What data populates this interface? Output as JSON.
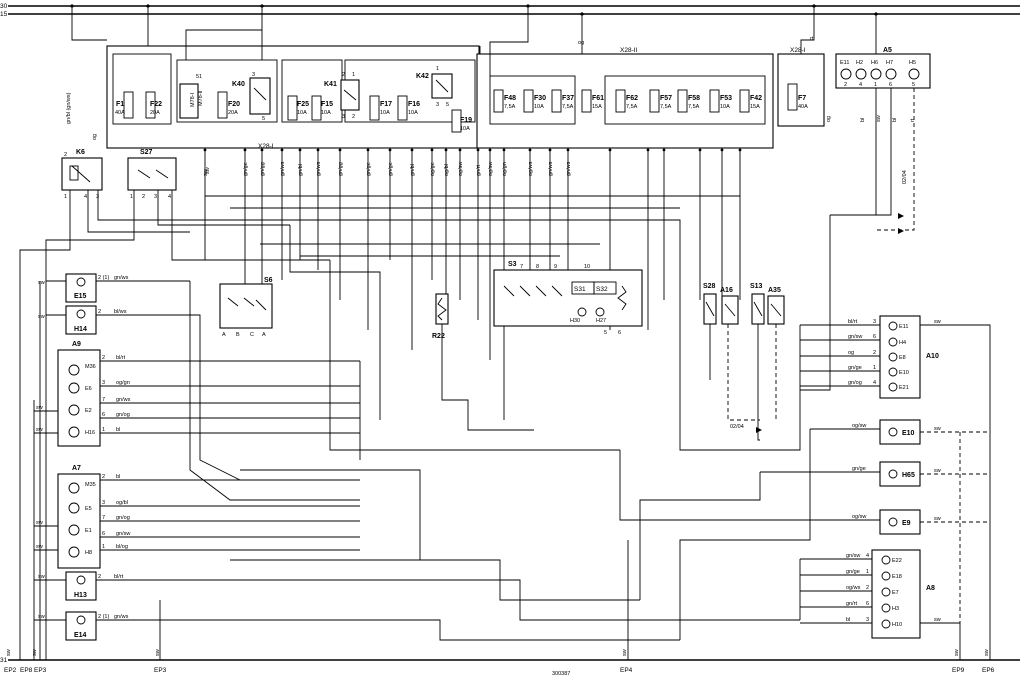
{
  "rails": {
    "top1": "30",
    "top2": "15",
    "bottom": "31"
  },
  "ground_points": [
    "EP2",
    "EP8",
    "EP3",
    "EP3",
    "EP4",
    "EP9",
    "EP6"
  ],
  "fuse_box_left": {
    "box_label": "X28-I",
    "fuses": [
      {
        "name": "F1",
        "rating": "40A"
      },
      {
        "name": "F22",
        "rating": "20A"
      },
      {
        "name": "F20",
        "rating": "20A"
      },
      {
        "name": "F25",
        "rating": "10A"
      },
      {
        "name": "F15",
        "rating": "10A"
      },
      {
        "name": "F17",
        "rating": "10A"
      },
      {
        "name": "F16",
        "rating": "10A"
      },
      {
        "name": "F19",
        "rating": "10A"
      }
    ],
    "relays": [
      "K40",
      "K41",
      "K42",
      "M78-I",
      "M78-II"
    ],
    "relay_pins": [
      "51",
      "3",
      "5",
      "2",
      "1",
      "3",
      "2",
      "1",
      "3",
      "5"
    ]
  },
  "fuse_box_right": {
    "box_label": "X28-II",
    "fuses": [
      {
        "name": "F48",
        "rating": "7,5A"
      },
      {
        "name": "F30",
        "rating": "10A"
      },
      {
        "name": "F37",
        "rating": "7,5A"
      },
      {
        "name": "F61",
        "rating": "15A"
      },
      {
        "name": "F62",
        "rating": "7,5A"
      },
      {
        "name": "F57",
        "rating": "7,5A"
      },
      {
        "name": "F58",
        "rating": "7,5A"
      },
      {
        "name": "F53",
        "rating": "10A"
      },
      {
        "name": "F42",
        "rating": "15A"
      }
    ]
  },
  "fuse_single": {
    "box_label": "X28-I",
    "fuse": {
      "name": "F7",
      "rating": "40A"
    }
  },
  "module_a5": {
    "name": "A5",
    "items": [
      "E11",
      "H2",
      "H6",
      "H7",
      "H5"
    ],
    "pins": [
      "2",
      "4",
      "1",
      "6",
      "5"
    ]
  },
  "top_wire_colors": [
    "sw",
    "gn/bl (gn/ws)",
    "og",
    "og",
    "rt",
    "og",
    "bl",
    "sw",
    "bl",
    "rt",
    "sw"
  ],
  "bus_wire_colors": [
    "sw",
    "gn/ge",
    "gn/gg",
    "gn/ws",
    "gn/bl",
    "gn/ws",
    "gn/gg",
    "gn/ge",
    "gn/ge",
    "gn/bl",
    "og/ge",
    "og/bl",
    "og/sw",
    "gn/rt",
    "og/sw",
    "og/gn",
    "og/ws",
    "gn/ws",
    "gn/ws"
  ],
  "relay_k6": {
    "name": "K6",
    "pins": [
      "2",
      "1",
      "4",
      "3"
    ]
  },
  "switch_s27": {
    "name": "S27",
    "pins": [
      "1",
      "2",
      "3",
      "4"
    ]
  },
  "switch_s6": {
    "name": "S6",
    "pins": [
      "A",
      "B",
      "C",
      "A"
    ]
  },
  "switch_s3": {
    "name": "S3",
    "subs": [
      "S31",
      "S32"
    ],
    "lamps": [
      "H30",
      "H27"
    ],
    "pins": [
      "7",
      "8",
      "9",
      "10",
      "5",
      "6"
    ]
  },
  "resistor_r22": {
    "name": "R22"
  },
  "switches_right": [
    {
      "name": "S28"
    },
    {
      "name": "A16"
    },
    {
      "name": "S13"
    },
    {
      "name": "A35"
    }
  ],
  "left_devices": [
    {
      "name": "E15",
      "wire_in": "sw",
      "wire_out": "gn/ws",
      "pin": "2 (1)"
    },
    {
      "name": "H14",
      "wire_in": "sw",
      "wire_out": "bl/ws",
      "pin": "2"
    }
  ],
  "module_a9": {
    "name": "A9",
    "items": [
      "M36",
      "E6",
      "E2",
      "H16"
    ],
    "wires": [
      "bl/rt",
      "og/gn",
      "gn/ws",
      "gn/og",
      "bl"
    ],
    "pins": [
      "2",
      "3",
      "7",
      "6",
      "1"
    ],
    "ground_wires": [
      "sw",
      "sw"
    ]
  },
  "module_a7": {
    "name": "A7",
    "items": [
      "M35",
      "E5",
      "E1",
      "H8"
    ],
    "wires": [
      "bl",
      "og/bl",
      "gn/og",
      "gn/sw",
      "bl/og"
    ],
    "pins": [
      "2",
      "3",
      "7",
      "6",
      "1"
    ],
    "ground_wires": [
      "sw",
      "sw"
    ]
  },
  "left_devices_lower": [
    {
      "name": "H13",
      "wire_in": "sw",
      "wire_out": "bl/rt",
      "pin": "2"
    },
    {
      "name": "E14",
      "wire_in": "sw",
      "wire_out": "gn/ws",
      "pin": "2 (1)"
    }
  ],
  "module_a10": {
    "name": "A10",
    "items": [
      "E11",
      "H4",
      "E8",
      "E10",
      "E21"
    ],
    "wires": [
      "bl/rt",
      "gn/sw",
      "og",
      "gn/ge",
      "gn/og"
    ],
    "pins": [
      "3",
      "6",
      "2",
      "1",
      "4"
    ],
    "ground_wire": "sw"
  },
  "devices_right": [
    {
      "name": "E10",
      "wire_in": "og/sw",
      "wire_out": "sw"
    },
    {
      "name": "H65",
      "wire_in": "gn/ge",
      "wire_out": "sw"
    },
    {
      "name": "E9",
      "wire_in": "og/sw",
      "wire_out": "sw"
    }
  ],
  "module_a8": {
    "name": "A8",
    "items": [
      "E22",
      "E18",
      "E7",
      "H3",
      "H10"
    ],
    "wires": [
      "gn/sw",
      "gn/ge",
      "og/ws",
      "gn/rt",
      "bl"
    ],
    "pins": [
      "4",
      "1",
      "2",
      "6",
      "3"
    ],
    "ground_wire": "sw"
  },
  "codes": {
    "model_code": "02/04",
    "page_code": "300387"
  },
  "ground_wire_label": "sw"
}
